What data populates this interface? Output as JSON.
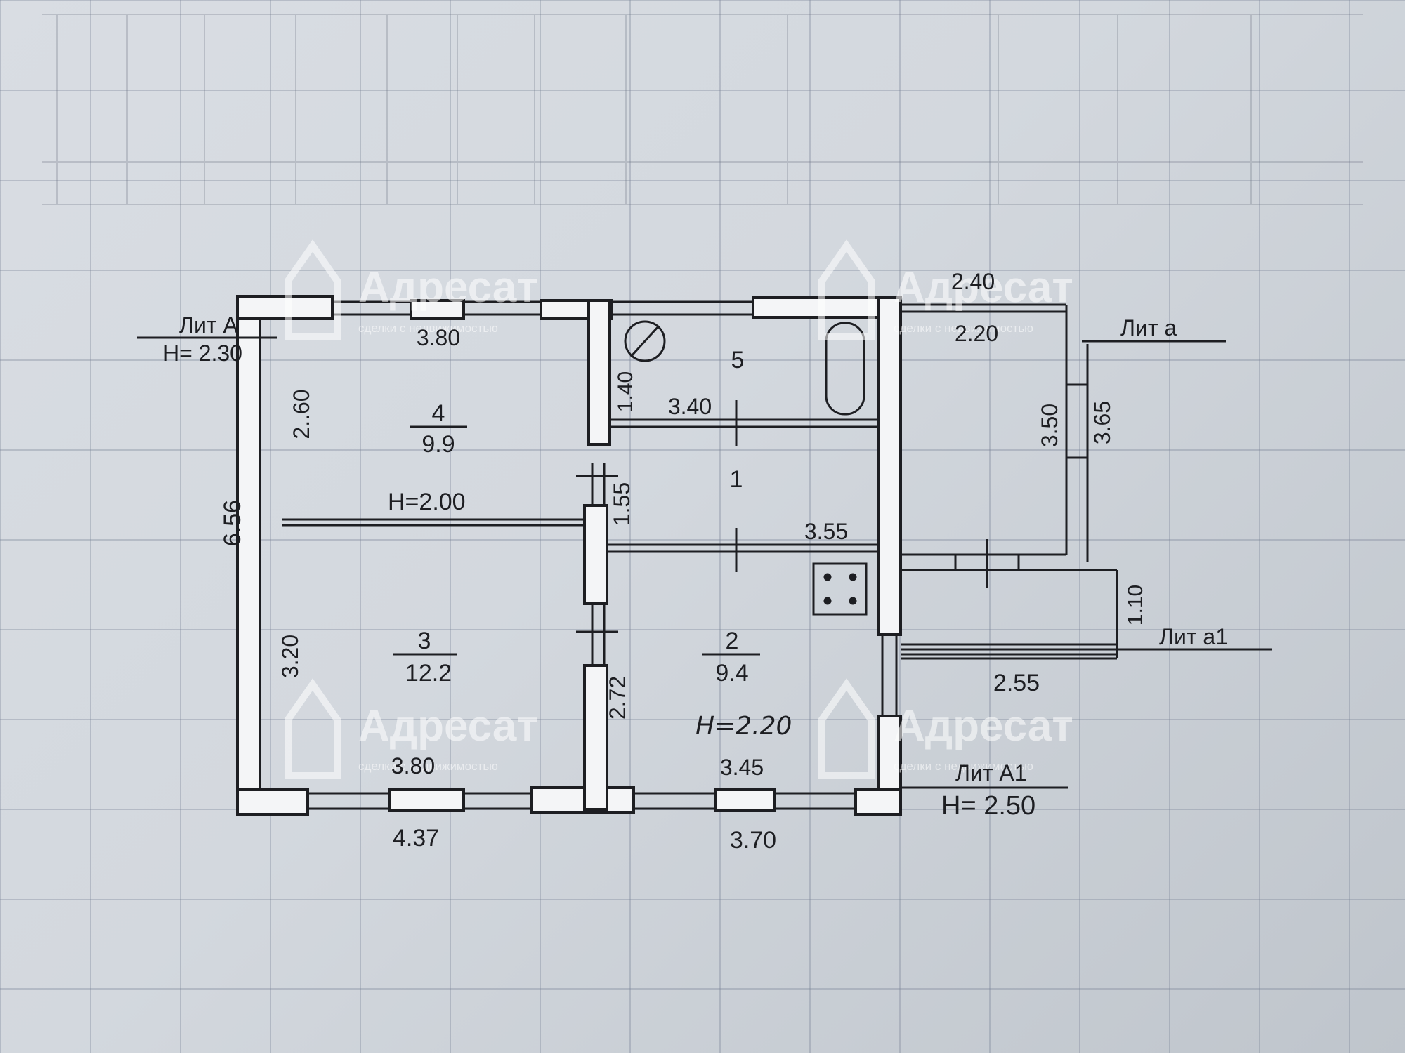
{
  "labels": {
    "lit_a_main": "Лит А",
    "height_a": "H= 2.30",
    "lit_a_small": "Лит а",
    "lit_a1_small": "Лит а1",
    "lit_a1_main": "Лит А1",
    "height_a1": "H= 2.50",
    "height_partition": "H=2.00",
    "height_kitchen": "H=2.20"
  },
  "rooms": {
    "r1": {
      "number": "1",
      "area": ""
    },
    "r2": {
      "number": "2",
      "area": "9.4"
    },
    "r3": {
      "number": "3",
      "area": "12.2"
    },
    "r4": {
      "number": "4",
      "area": "9.9"
    },
    "r5": {
      "number": "5",
      "area": ""
    }
  },
  "dimensions": {
    "d_380_top": "3.80",
    "d_260": "2..60",
    "d_656": "6.56",
    "d_320": "3.20",
    "d_380_bottom": "3.80",
    "d_437": "4.37",
    "d_140": "1.40",
    "d_340": "3.40",
    "d_155": "1.55",
    "d_355": "3.55",
    "d_272": "2.72",
    "d_345": "3.45",
    "d_370": "3.70",
    "d_240": "2.40",
    "d_220": "2.20",
    "d_350": "3.50",
    "d_365": "3.65",
    "d_110": "1.10",
    "d_255": "2.55"
  },
  "watermark": {
    "brand": "Адресат",
    "tagline": "сделки с недвижимостью"
  }
}
